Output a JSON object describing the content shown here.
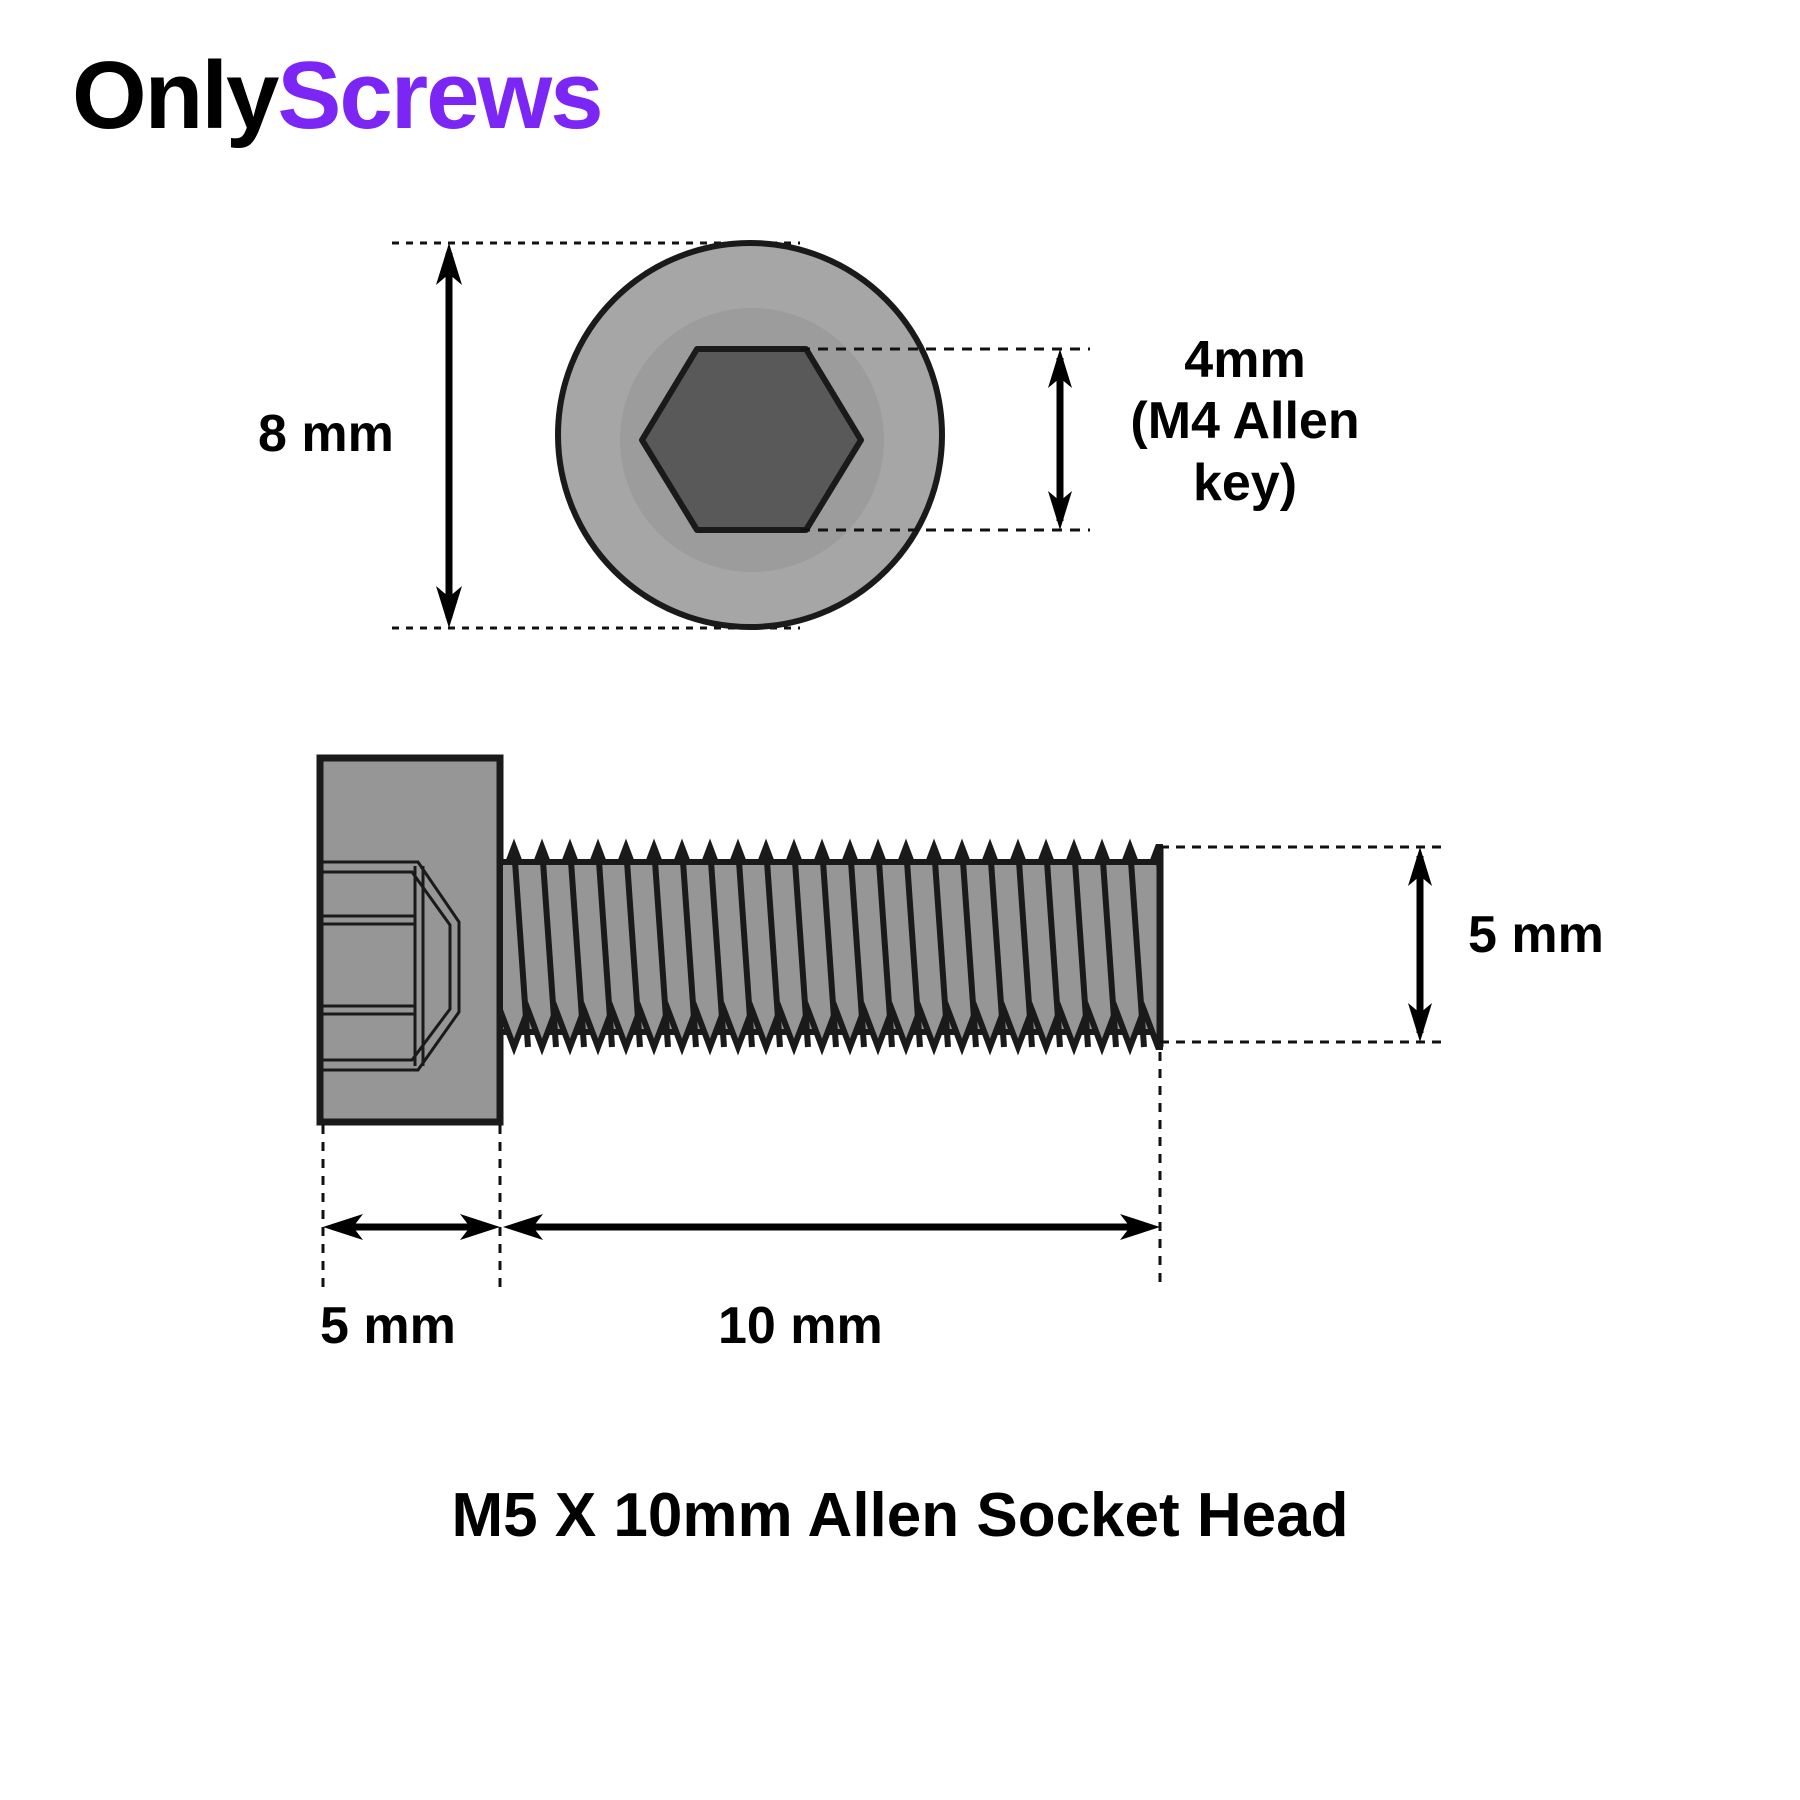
{
  "brand": {
    "name_part_1": "Only",
    "name_part_2": "Screws",
    "color_part_1": "#000000",
    "color_part_2": "#7C26F5"
  },
  "product": {
    "caption": "M5 X 10mm Allen Socket Head",
    "thread_designation": "M5",
    "length": "10mm",
    "drive_type": "Allen Socket Head"
  },
  "views": {
    "top_view": {
      "name": "top-view",
      "head_fill": "#A6A6A6",
      "head_recess_fill": "#9C9C9C",
      "socket_fill": "#595959",
      "outline": "#1A1A1A"
    },
    "side_view": {
      "name": "side-view",
      "body_fill": "#969696",
      "outline": "#1A1A1A"
    }
  },
  "dimensions": {
    "head_diameter": {
      "label": "8 mm",
      "value": 8,
      "unit": "mm",
      "applies_to": "head-diameter"
    },
    "socket_size": {
      "line_1": "4mm",
      "line_2": "(M4 Allen",
      "line_3": "key)",
      "value": 4,
      "unit": "mm",
      "applies_to": "hex-socket-across-flats"
    },
    "thread_diameter": {
      "label": "5 mm",
      "value": 5,
      "unit": "mm",
      "applies_to": "thread-diameter"
    },
    "head_length": {
      "label": "5 mm",
      "value": 5,
      "unit": "mm",
      "applies_to": "head-height"
    },
    "thread_length": {
      "label": "10 mm",
      "value": 10,
      "unit": "mm",
      "applies_to": "thread-length"
    }
  }
}
